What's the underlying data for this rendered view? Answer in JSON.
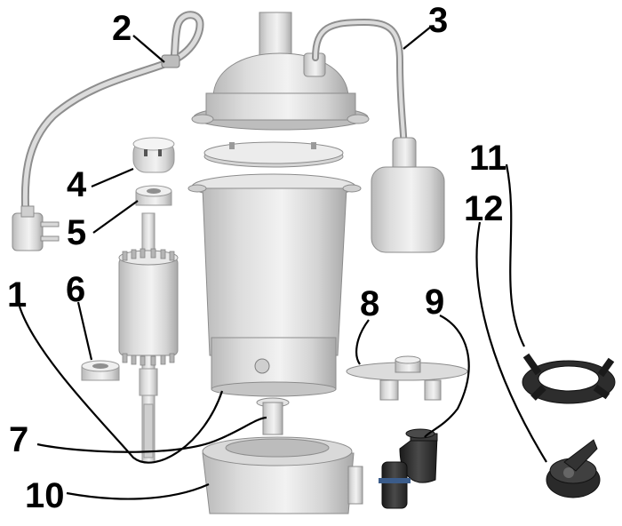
{
  "diagram": {
    "labels": {
      "l1": "1",
      "l2": "2",
      "l3": "3",
      "l4": "4",
      "l5": "5",
      "l6": "6",
      "l7": "7",
      "l8": "8",
      "l9": "9",
      "l10": "10",
      "l11": "11",
      "l12": "12"
    },
    "colors": {
      "metal_light": "#e6e6e6",
      "metal_mid": "#c8c8c8",
      "metal_dark": "#9a9a9a",
      "metal_shadow": "#7a7a7a",
      "black_part": "#2a2a2a",
      "hose": "#1c1c1c",
      "hose_ring": "#3b5c8a",
      "cable": "#d0d0d0",
      "leader": "#000000"
    }
  }
}
